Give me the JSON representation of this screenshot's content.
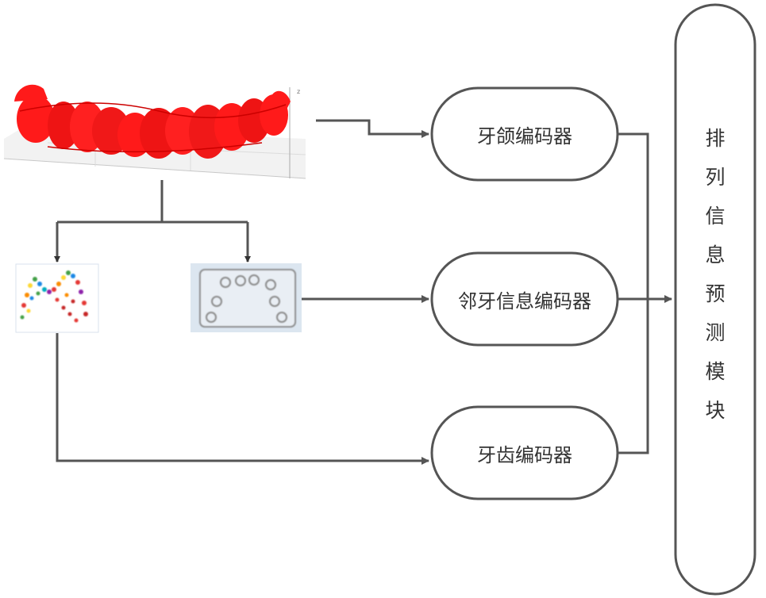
{
  "nodes": {
    "jaw_encoder": "牙颌编码器",
    "neighbor_encoder": "邻牙信息编码器",
    "tooth_encoder": "牙齿编码器"
  },
  "module": {
    "chars": [
      "排",
      "列",
      "信",
      "息",
      "预",
      "测",
      "模",
      "块"
    ]
  },
  "colors": {
    "line": "#555555",
    "node_border": "#555555",
    "teeth": "#ff1a1a",
    "thumb_bg": "#dce6f0"
  }
}
